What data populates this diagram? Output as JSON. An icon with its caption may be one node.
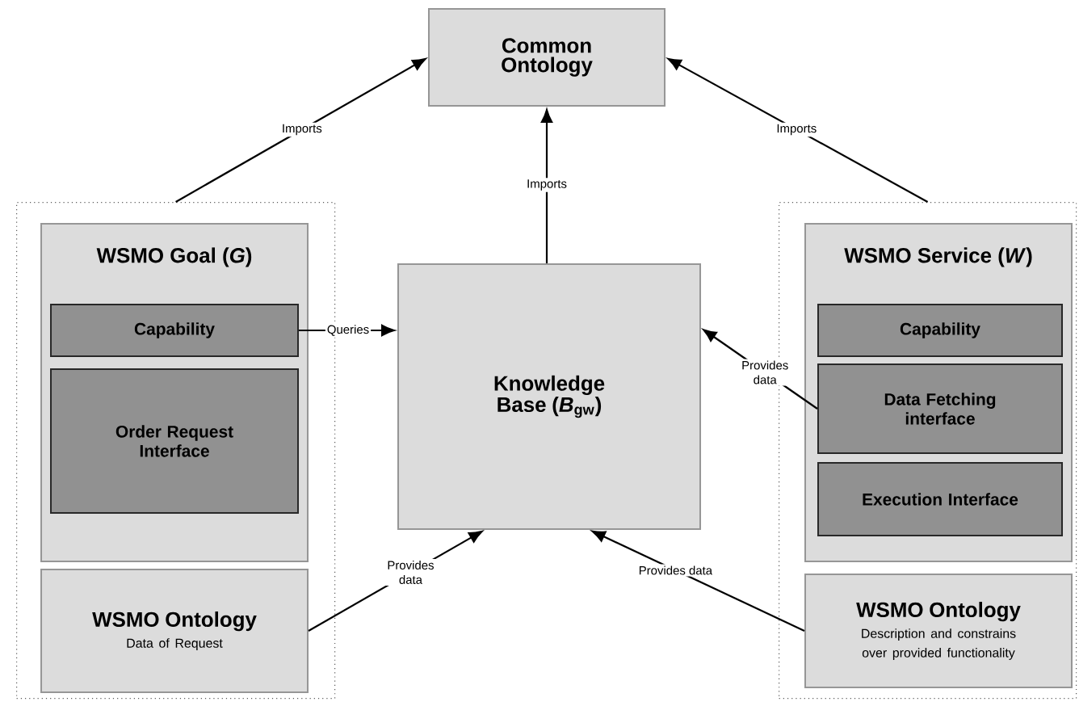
{
  "diagram": {
    "nodes": [
      {
        "text": [
          "Common Ontology"
        ]
      },
      {
        "text": [],
        "shape": "box"
      },
      {
        "text": [
          "WSMO Goal (*G*)"
        ],
        "in": 1
      },
      {
        "text": [
          "Capability"
        ],
        "in": 2
      },
      {
        "text": [
          "Order Request Interface"
        ],
        "in": 2
      },
      {
        "text": [
          "WSMO Ontology",
          "Data of Request"
        ],
        "in": 1
      },
      {
        "text": [
          "Knowledge Base (*B*$_{gw}$)"
        ]
      },
      {
        "text": [],
        "shape": "box"
      },
      {
        "text": [
          "WSMO Service (*W*)"
        ],
        "in": 7
      },
      {
        "text": [
          "Capability"
        ],
        "in": 8
      },
      {
        "text": [
          "Data Fetching interface"
        ],
        "in": 8
      },
      {
        "text": [
          "Execution Interface"
        ],
        "in": 8
      },
      {
        "text": [
          "WSMO Ontology",
          "Description and constrains over provided functionality"
        ],
        "in": 7
      }
    ],
    "edges": [
      {
        "from": 1,
        "to": 0,
        "arrow": "to",
        "label": "Imports"
      },
      {
        "from": 6,
        "to": 0,
        "arrow": "to",
        "label": "Imports"
      },
      {
        "from": 7,
        "to": 0,
        "arrow": "to",
        "label": "Imports"
      },
      {
        "from": 3,
        "to": 6,
        "arrow": "to",
        "label": "Queries"
      },
      {
        "from": 10,
        "to": 6,
        "arrow": "to",
        "label": "Provides data"
      },
      {
        "from": 5,
        "to": 6,
        "arrow": "to",
        "label": "Provides data"
      },
      {
        "from": 12,
        "to": 6,
        "arrow": "to",
        "label": "Provides data"
      }
    ]
  }
}
